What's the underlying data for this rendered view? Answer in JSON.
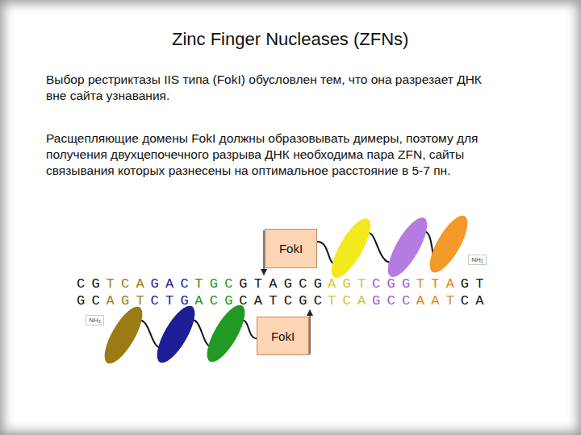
{
  "diagram": {
    "title": "Zinc Finger Nucleases (ZFNs)",
    "nodes": [
      {
        "text": [
          "FokI"
        ]
      },
      {
        "text": [
          "FokI"
        ]
      },
      {
        "text": [
          "NH₂"
        ]
      },
      {
        "text": [
          "NH₂"
        ]
      }
    ],
    "labels": [
      "Выбор рестриктазы IIS типа (FokI) обусловлен тем, что она разрезает ДНК вне сайта узнавания.",
      "Расщепляющие домены FokI должны образовывать димеры, поэтому для получения двухцепочечного разрыва ДНК необходима пара ZFN, сайты связывания которых разнесены на оптимальное расстояние в 5-7 пн.",
      "C G",
      "T C A",
      "G A C",
      "T G C",
      "G T A G C G",
      "A G T",
      "C G G",
      "T T A",
      "G T",
      "G C",
      "A G T",
      "C T G",
      "A C G",
      "C A T C G C",
      "T C A",
      "G C C",
      "A A T",
      "C A"
    ]
  }
}
